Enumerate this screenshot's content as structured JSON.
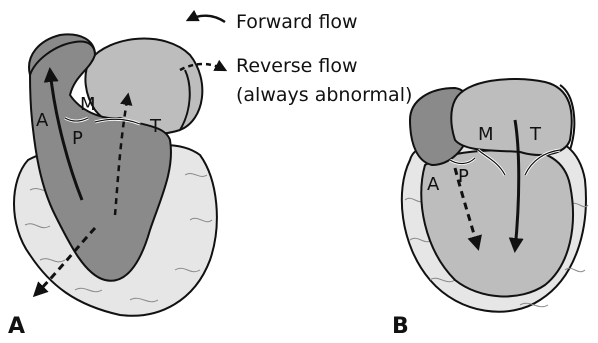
{
  "legend": {
    "forward": "Forward flow",
    "reverse_line1": "Reverse flow",
    "reverse_line2": "(always abnormal)"
  },
  "panel_a": {
    "label": "A",
    "valve_labels": {
      "aortic": "A",
      "pulmonary": "P",
      "mitral": "M",
      "tricuspid": "T"
    }
  },
  "panel_b": {
    "label": "B",
    "valve_labels": {
      "aortic": "A",
      "pulmonary": "P",
      "mitral": "M",
      "tricuspid": "T"
    }
  },
  "colors": {
    "pericardium": "#e6e6e6",
    "atria": "#bdbdbd",
    "ventricle_dark": "#8a8a8a",
    "outline": "#111111"
  }
}
